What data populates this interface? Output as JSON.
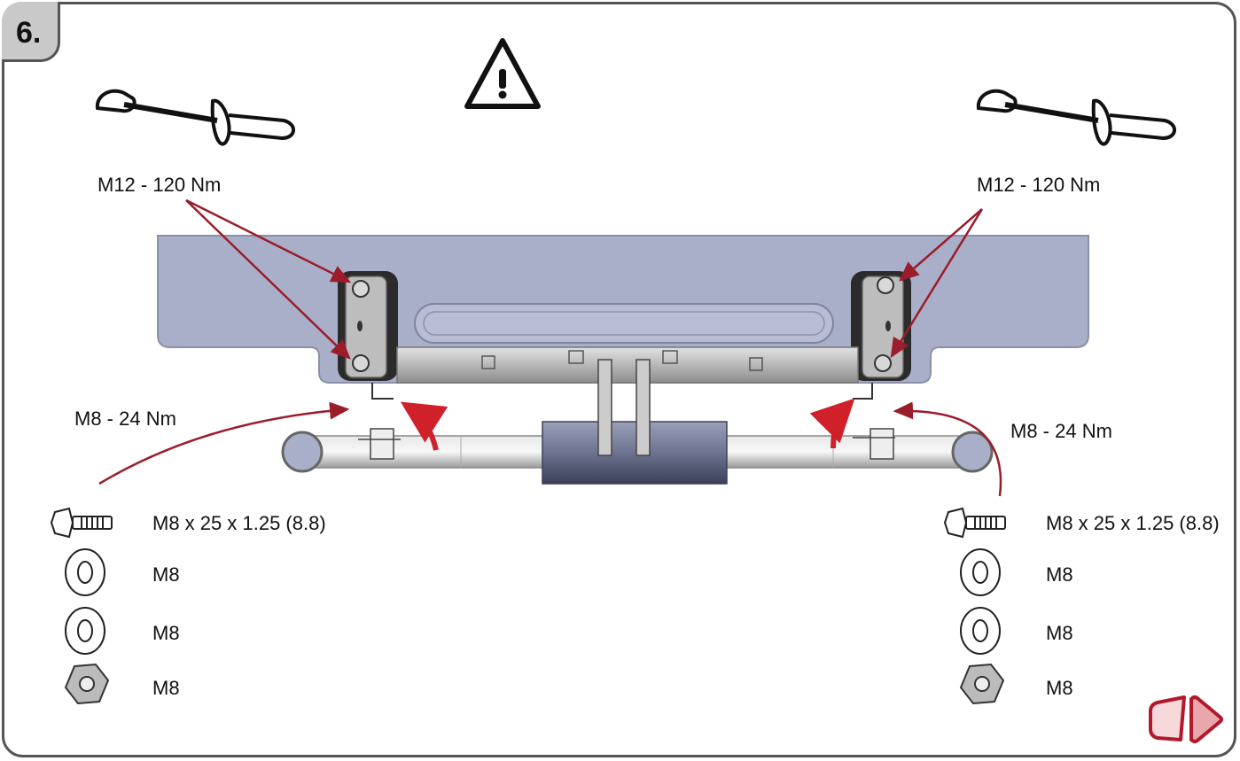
{
  "step": {
    "number": "6."
  },
  "warning": {
    "icon": "warning-triangle-icon"
  },
  "tools": {
    "icon": "torque-wrench-icon"
  },
  "labels": {
    "torque_left_top": "M12 - 120 Nm",
    "torque_right_top": "M12 - 120 Nm",
    "torque_left_bottom": "M8 - 24 Nm",
    "torque_right_bottom": "M8 - 24 Nm"
  },
  "parts_left": [
    {
      "icon": "bolt-icon",
      "label": "M8 x 25 x 1.25 (8.8)"
    },
    {
      "icon": "washer-icon",
      "label": "M8"
    },
    {
      "icon": "washer-icon",
      "label": "M8"
    },
    {
      "icon": "nut-icon",
      "label": "M8"
    }
  ],
  "parts_right": [
    {
      "icon": "bolt-icon",
      "label": "M8 x 25 x 1.25 (8.8)"
    },
    {
      "icon": "washer-icon",
      "label": "M8"
    },
    {
      "icon": "washer-icon",
      "label": "M8"
    },
    {
      "icon": "nut-icon",
      "label": "M8"
    }
  ],
  "navigation": {
    "next_icon": "next-arrow-icon"
  },
  "colors": {
    "arrow": "#9b1c2a",
    "curved_arrow": "#d0202a",
    "plate": "#a9afc8",
    "frame": "#555555"
  }
}
